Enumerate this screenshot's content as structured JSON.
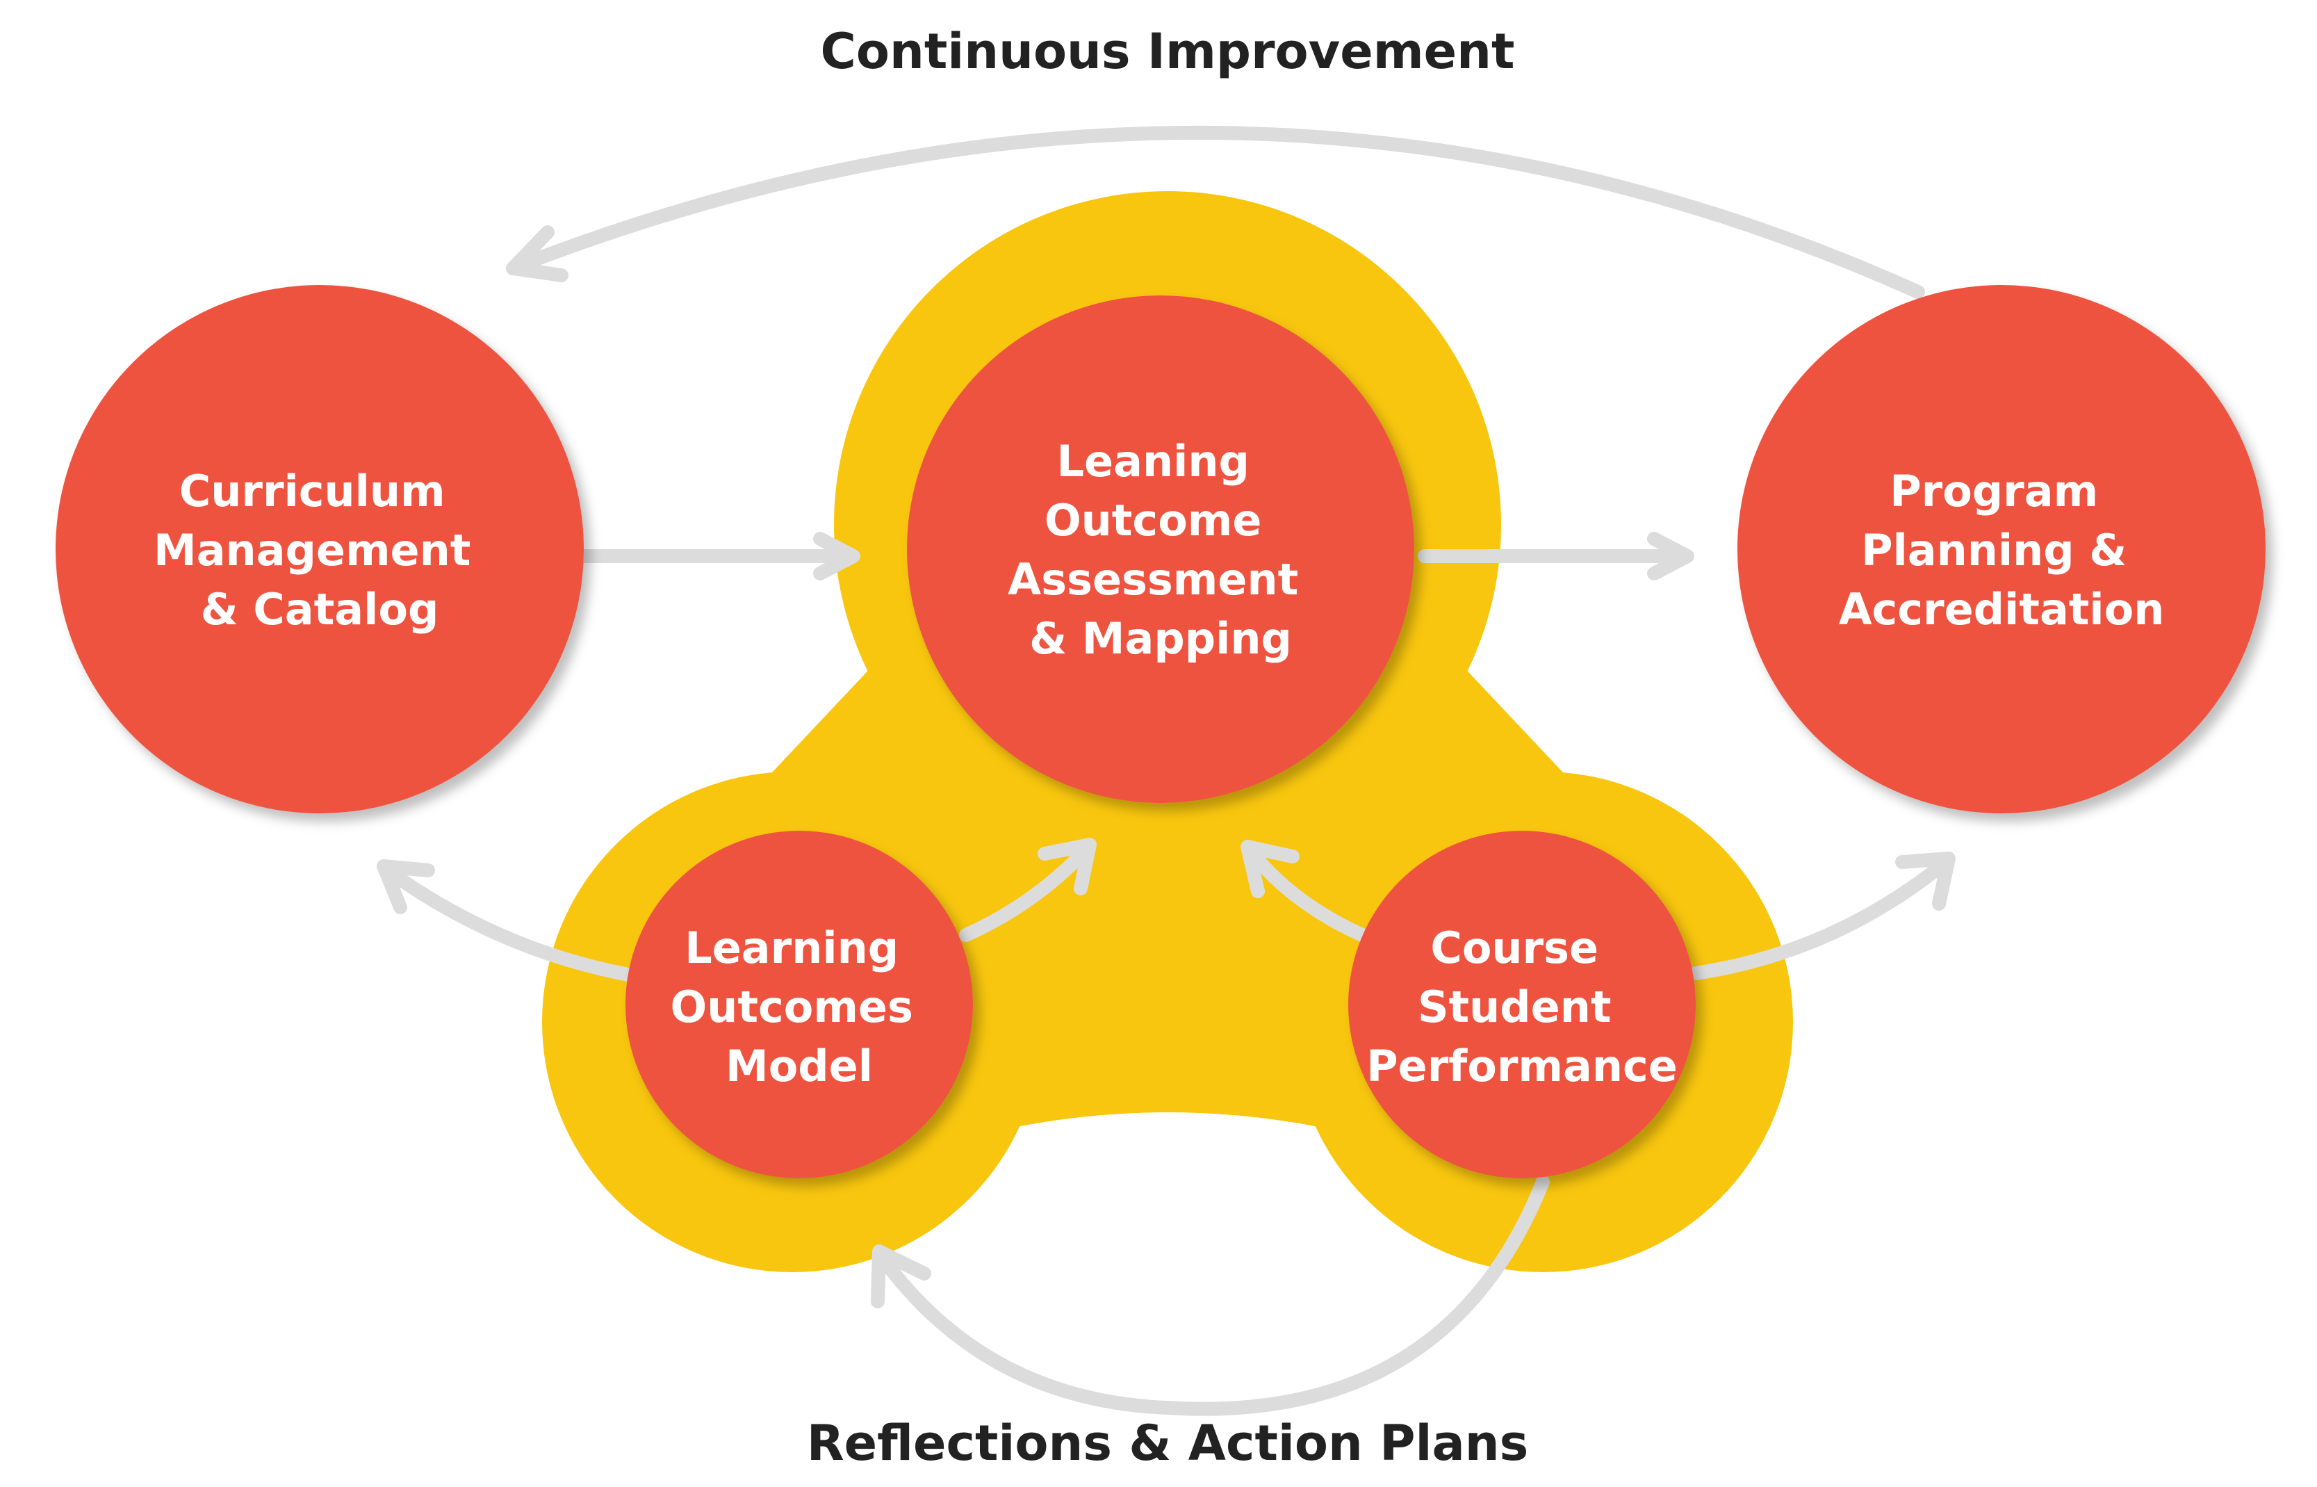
{
  "titles": {
    "top": "Continuous Improvement",
    "bottom": "Reflections & Action Plans"
  },
  "nodes": {
    "curriculum": {
      "lines": [
        "Curriculum",
        "Management",
        "& Catalog"
      ]
    },
    "assessment": {
      "lines": [
        "Leaning",
        "Outcome",
        "Assessment",
        "& Mapping"
      ]
    },
    "program": {
      "lines": [
        "Program",
        "Planning &",
        "Accreditation"
      ]
    },
    "outcomes_model": {
      "lines": [
        "Learning",
        "Outcomes",
        "Model"
      ]
    },
    "course_performance": {
      "lines": [
        "Course",
        "Student",
        "Performance"
      ]
    }
  },
  "colors": {
    "node_fill": "#ee5340",
    "blob_fill": "#f8c60e",
    "arrow": "#dcdcdc",
    "title_text": "#222222",
    "node_text": "#ffffff"
  }
}
